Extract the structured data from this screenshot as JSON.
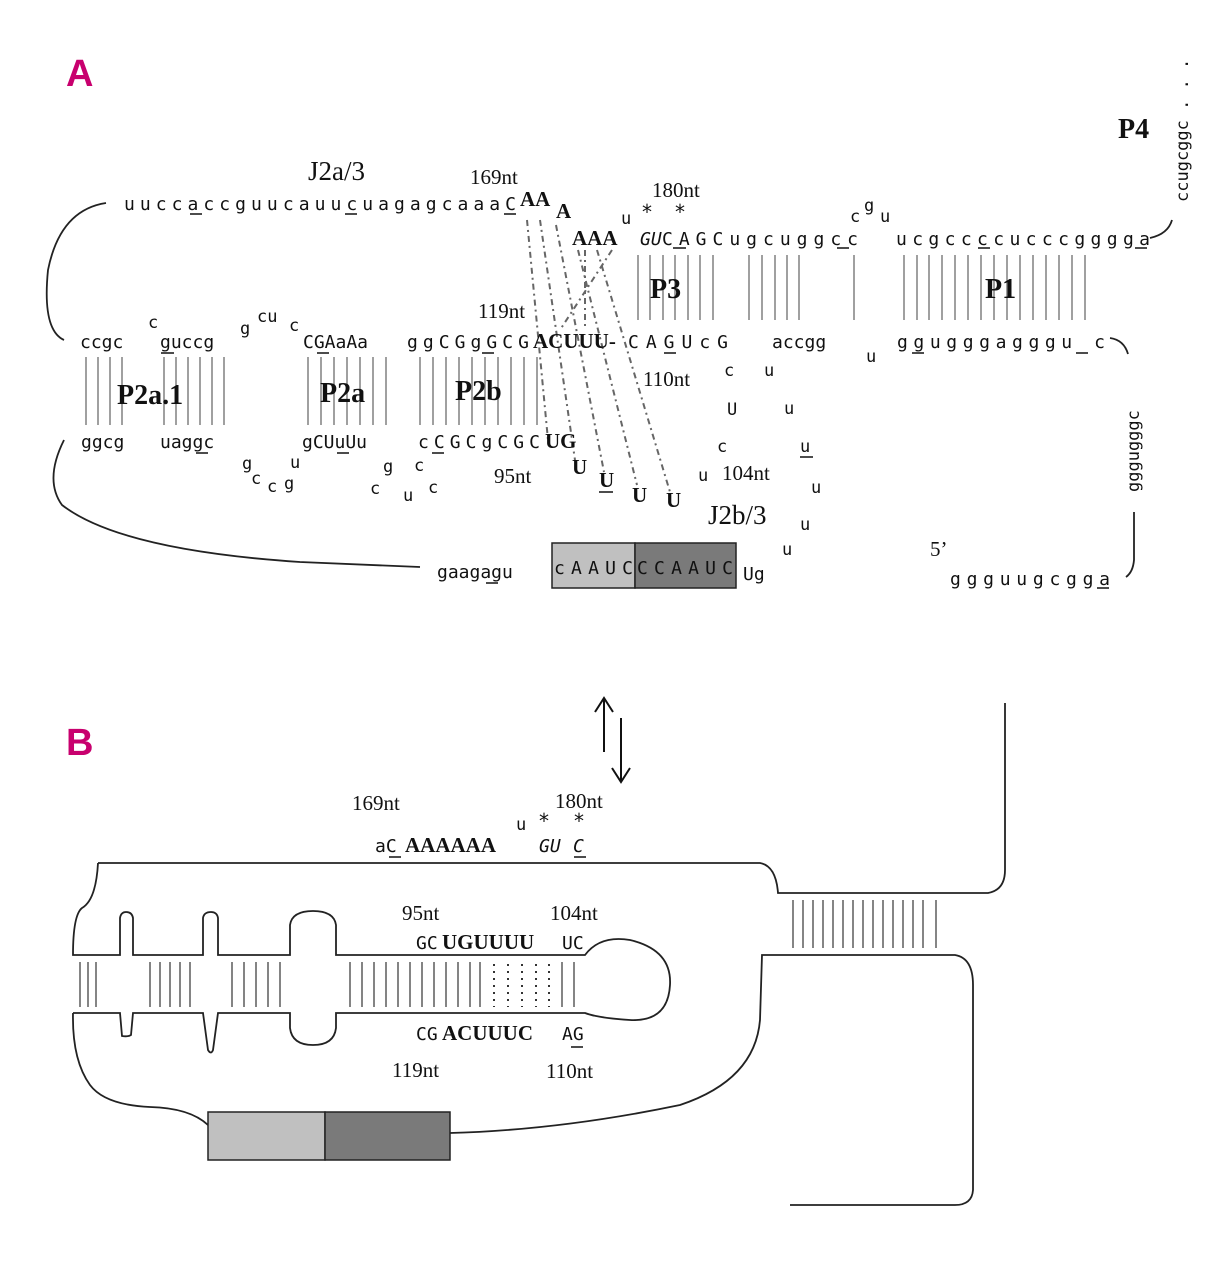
{
  "panels": {
    "a": "A",
    "b": "B"
  },
  "panel_a": {
    "labels": {
      "p4": "P4",
      "p3": "P3",
      "p1": "P1",
      "p2a1": "P2a.1",
      "p2a": "P2a",
      "p2b": "P2b",
      "j2a3": "J2a/3",
      "j2b3": "J2b/3",
      "five_prime": "5’"
    },
    "nt": {
      "n169": "169nt",
      "n180": "180nt",
      "n119": "119nt",
      "n110": "110nt",
      "n95": "95nt",
      "n104": "104nt"
    },
    "p4_strand": "ccugcggc . . .",
    "top": {
      "j2a3_seq": "uuccaccguucauucuagagcaaaC",
      "aa": "AA",
      "a": "A",
      "aaa": "AAA",
      "u": "u",
      "star": "*",
      "gu": "GU",
      "cag": "CAGCugcuggcc",
      "loop_c": "c",
      "loop_g": "g",
      "loop_u": "u",
      "p1_top": "ucgccccucccgggga"
    },
    "middle": {
      "s1": "ccgc",
      "s1_c": "c",
      "s2": "guccg",
      "s2_g": "g",
      "s2_cu": "cu",
      "s2_c": "c",
      "s3": "CGAaAa",
      "s4": "ggCGgGCG",
      "s5": "ACUUU-",
      "s6": "CAGUcG",
      "s7": "accgg",
      "s7_u": "u",
      "s8": "ggugggagggu c"
    },
    "bottom": {
      "b1": "ggcg",
      "b2": "uaggc",
      "b3": "gCUuUu",
      "b4": "cCGCgCGC",
      "b5": "UG",
      "loop1": [
        "g",
        "u",
        "c",
        "c",
        "g"
      ],
      "loop2": [
        "g",
        "c",
        "c",
        "u",
        "c"
      ],
      "u_bold": [
        "U",
        "U",
        "U",
        "U"
      ],
      "j2b3_loop": [
        "c",
        "u",
        "U",
        "u",
        "c",
        "u",
        "u",
        "u",
        "u",
        "u"
      ],
      "tail": "gaagagu",
      "box_light": "cAAUC",
      "box_dark": "CCAAUC",
      "ug": "Ug",
      "five_end": "ggguugcgga",
      "right_strand": "gggugggc"
    },
    "colors": {
      "box_light": "#c0c0c0",
      "box_dark": "#7a7a7a"
    }
  },
  "panel_b": {
    "nt": {
      "n169": "169nt",
      "n180": "180nt",
      "n95": "95nt",
      "n104": "104nt",
      "n119": "119nt",
      "n110": "110nt"
    },
    "top_ac": "aC",
    "top_a6": "AAAAAA",
    "top_u": "u",
    "top_gu": "GU",
    "top_c": "C",
    "star": "*",
    "upper": {
      "gc": "GC",
      "ugu": "UGUUUU",
      "uc": "UC"
    },
    "lower": {
      "cg": "CG",
      "acuuuc": "ACUUUC",
      "ag": "AG"
    },
    "colors": {
      "box_light": "#c0c0c0",
      "box_dark": "#7a7a7a"
    }
  },
  "colors": {
    "panel_label": "#c8006e"
  }
}
